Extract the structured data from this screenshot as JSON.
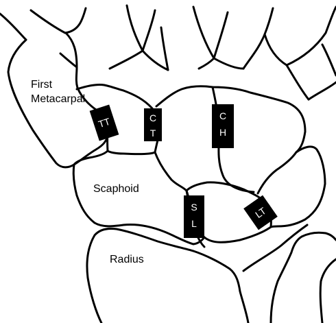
{
  "labels": {
    "first_metacarpal_line1": "First",
    "first_metacarpal_line2": "Metacarpal",
    "scaphoid": "Scaphoid",
    "radius": "Radius"
  },
  "ligaments": {
    "tt": "TT",
    "ct_c": "C",
    "ct_t": "T",
    "ch_c": "C",
    "ch_h": "H",
    "sl_s": "S",
    "sl_l": "L",
    "lt": "LT"
  }
}
